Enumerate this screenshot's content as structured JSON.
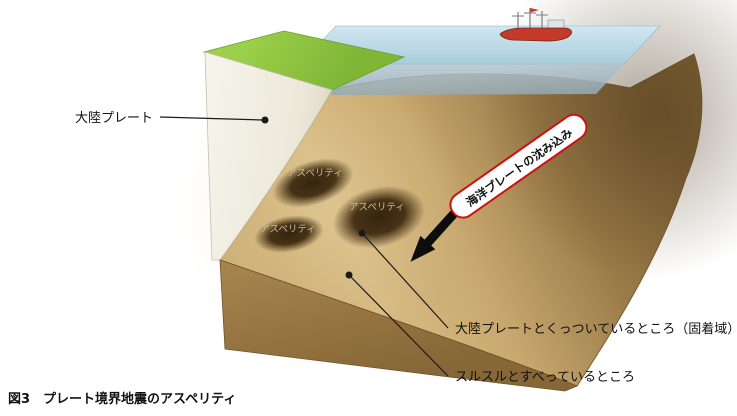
{
  "figure": {
    "caption": "図3　プレート境界地震のアスペリティ"
  },
  "labels": {
    "continental_plate": "大陸プレート",
    "subduction": "海洋プレートの沈み込み",
    "asperity_1": "アスペリティ",
    "asperity_2": "アスペリティ",
    "asperity_3": "アスペリティ",
    "locked_zone": "大陸プレートとくっついているところ（固着域）",
    "sliding_zone": "スルスルとすべっているところ"
  },
  "colors": {
    "land_green": "#8fc43e",
    "sea_blue": "#bcdcec",
    "slope_blue_gray": "#a4bcc8",
    "slab_light": "#d6ba82",
    "slab_dark": "#7d6136",
    "front_face": "#97763f",
    "asperity_dark": "#3a260c",
    "plate_white": "#f2efe3",
    "label_red": "#cc1111",
    "arrow_black": "#0d0d0d",
    "ship_red": "#c23b2a"
  }
}
